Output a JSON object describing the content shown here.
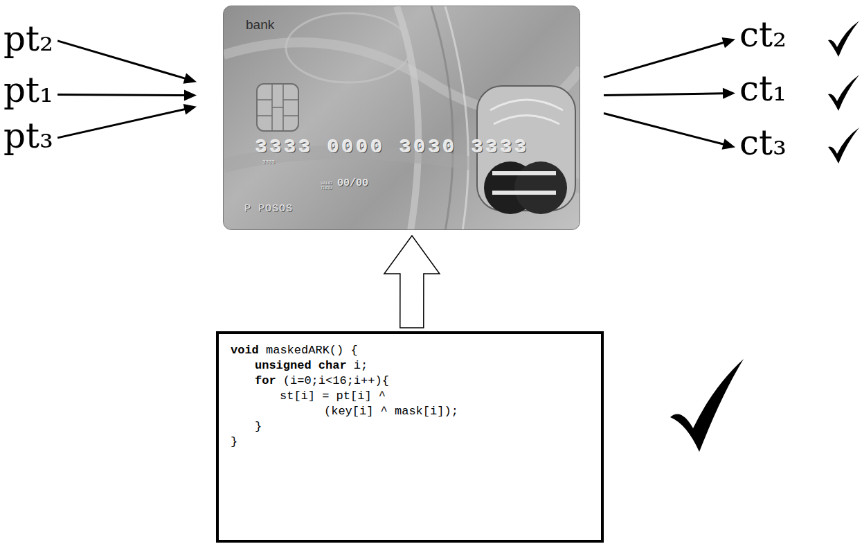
{
  "diagram": {
    "nodes": [
      {
        "text": [
          "pt₂"
        ]
      },
      {
        "text": [
          "pt₁"
        ]
      },
      {
        "text": [
          "pt₃"
        ]
      },
      {
        "text": [
          "bank",
          "3333 0000 3030 3333",
          "3333",
          "VALID THRU",
          "00/00",
          "P POSOS"
        ]
      },
      {
        "text": [
          "ct₂"
        ]
      },
      {
        "text": [
          "ct₁"
        ]
      },
      {
        "text": [
          "ct₃"
        ]
      },
      {
        "text": [
          "void maskedARK() {",
          "unsigned char i;",
          "for (i=0;i<16;i++){",
          "st[i] = pt[i] ^",
          "(key[i] ^ mask[i]);",
          "}",
          "}"
        ]
      }
    ],
    "edges": [
      {
        "from": 0,
        "to": 3,
        "arrow": "to"
      },
      {
        "from": 1,
        "to": 3,
        "arrow": "to"
      },
      {
        "from": 2,
        "to": 3,
        "arrow": "to"
      },
      {
        "from": 3,
        "to": 4,
        "arrow": "to"
      },
      {
        "from": 3,
        "to": 5,
        "arrow": "to"
      },
      {
        "from": 3,
        "to": 6,
        "arrow": "to"
      },
      {
        "from": 7,
        "to": 3,
        "arrow": "to"
      }
    ]
  }
}
